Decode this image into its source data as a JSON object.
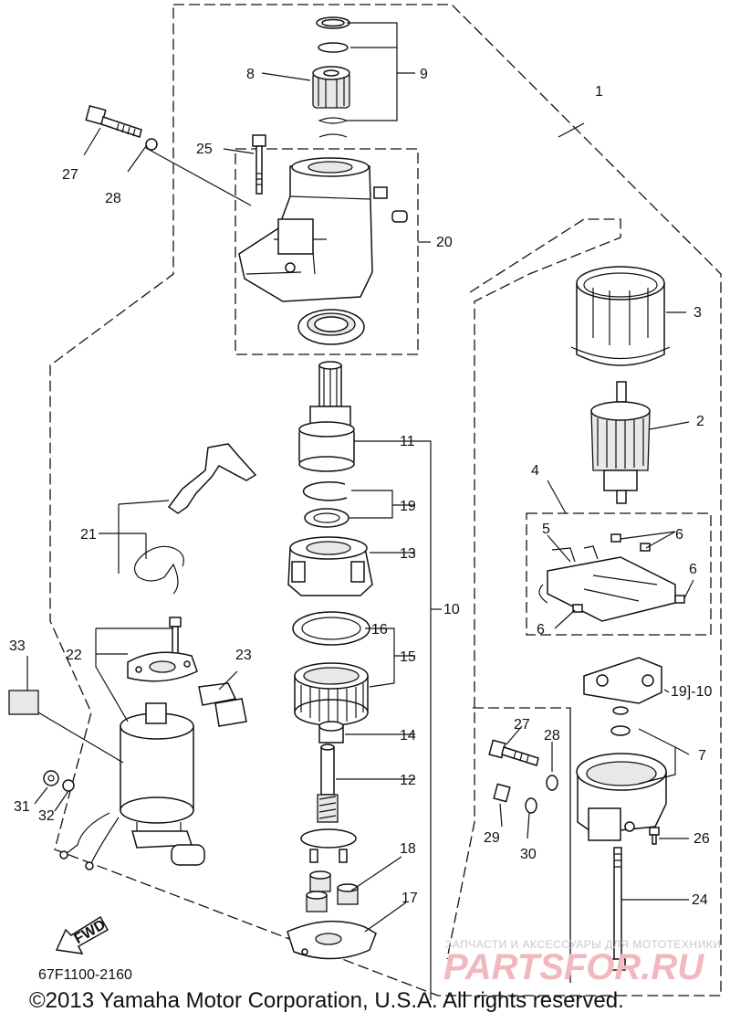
{
  "diagram_code": "67F1100-2160",
  "copyright": "©2013 Yamaha Motor Corporation, U.S.A. All rights reserved.",
  "fwd_label": "FWD",
  "watermark": {
    "line1": "ЗАПЧАСТИ И АКСЕССУАРЫ ДЛЯ МОТОТЕХНИКИ",
    "line2": "PARTSFOR.RU"
  },
  "callouts": {
    "c1": "1",
    "c2": "2",
    "c3": "3",
    "c4": "4",
    "c5": "5",
    "c6a": "6",
    "c6b": "6",
    "c6c": "6",
    "c7": "7",
    "c8": "8",
    "c9": "9",
    "c10a": "10",
    "c10b": "19]-10",
    "c11": "11",
    "c12": "12",
    "c13": "13",
    "c14": "14",
    "c15": "15",
    "c16": "16",
    "c17": "17",
    "c18": "18",
    "c19": "19",
    "c20": "20",
    "c21": "21",
    "c22": "22",
    "c23": "23",
    "c24": "24",
    "c25": "25",
    "c26": "26",
    "c27a": "27",
    "c27b": "27",
    "c28a": "28",
    "c28b": "28",
    "c29": "29",
    "c30": "30",
    "c31": "31",
    "c32": "32",
    "c33": "33"
  }
}
